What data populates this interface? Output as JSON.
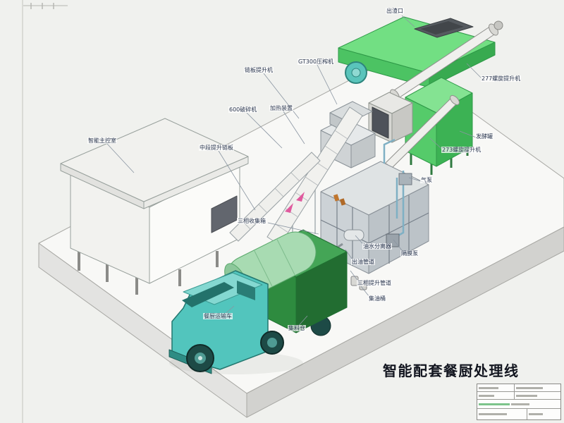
{
  "page": {
    "background": "#f0f1ee",
    "sheet": "#f8f8f6"
  },
  "title": {
    "text": "智能配套餐厨处理线"
  },
  "colors": {
    "machine_green_light": "#84e392",
    "machine_green": "#55cb6a",
    "machine_green_dark": "#3cb254",
    "truck_cab_teal": "#52c5bd",
    "cargo_box_green": "#2e8b3f",
    "equipment_gray": "#ccd2d6",
    "label_text": "#2c3850",
    "leader_line": "#8a95a2"
  },
  "labels": [
    {
      "text": "出渣口"
    },
    {
      "text": "277螺旋提升机"
    },
    {
      "text": "发酵罐"
    },
    {
      "text": "273螺旋提升机"
    },
    {
      "text": "气泵"
    },
    {
      "text": "隔膜泵"
    },
    {
      "text": "油水分离器"
    },
    {
      "text": "出油管道"
    },
    {
      "text": "三相提升管道"
    },
    {
      "text": "集油桶"
    },
    {
      "text": "集料仓"
    },
    {
      "text": "三相收集箱"
    },
    {
      "text": "GT300压榨机"
    },
    {
      "text": "链板提升机"
    },
    {
      "text": "600破碎机"
    },
    {
      "text": "加热装置"
    },
    {
      "text": "中段提升链板"
    },
    {
      "text": "智能主控室"
    },
    {
      "text": "餐厨运输车"
    }
  ]
}
